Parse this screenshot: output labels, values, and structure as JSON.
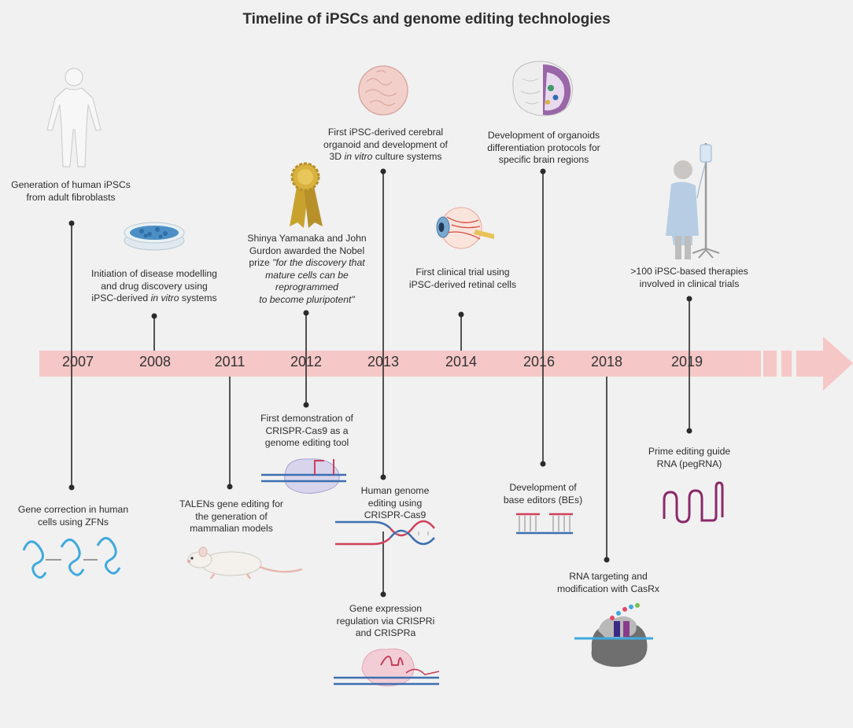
{
  "title": "Timeline of iPSCs and genome editing technologies",
  "colors": {
    "arrow": "#f6c7c7",
    "line": "#2b2b2b",
    "dna_blue": "#3d6fb0",
    "dna_red": "#d0405a",
    "zfn": "#3fa9df"
  },
  "years": [
    "2007",
    "2008",
    "2011",
    "2012",
    "2013",
    "2014",
    "2016",
    "2018",
    "2019"
  ],
  "above": {
    "y2007": [
      "Generation of human iPSCs",
      "from adult fibroblasts"
    ],
    "y2008": {
      "l1": "Initiation of disease modelling",
      "l2": "and drug discovery using",
      "l3_pre": "iPSC-derived ",
      "l3_it": "in vitro",
      "l3_post": " systems"
    },
    "y2012": {
      "l1": "Shinya Yamanaka and John",
      "l2": "Gurdon awarded the Nobel",
      "l3_pre": "prize ",
      "l3_it": "\"for the discovery that",
      "l4": "mature cells can be",
      "l5": "reprogrammed",
      "l6": "to become pluripotent\""
    },
    "y2013": {
      "l1": "First iPSC-derived cerebral",
      "l2": "organoid and development of",
      "l3_pre": "3D ",
      "l3_it": "in vitro",
      "l3_post": " culture systems"
    },
    "y2014": [
      "First clinical trial using",
      "iPSC-derived retinal cells"
    ],
    "y2016": [
      "Development of organoids",
      "differentiation protocols for",
      "specific brain regions"
    ],
    "y2019": [
      ">100 iPSC-based therapies",
      "involved in clinical trials"
    ]
  },
  "below": {
    "y2007": [
      "Gene correction in human",
      "cells using ZFNs"
    ],
    "y2011": [
      "TALENs gene editing for",
      "the generation of",
      "mammalian models"
    ],
    "y2012": [
      "First demonstration of",
      "CRISPR-Cas9 as a",
      "genome editing tool"
    ],
    "y2013a": [
      "Human genome",
      "editing using",
      "CRISPR-Cas9"
    ],
    "y2013b": [
      "Gene expression",
      "regulation via CRISPRi",
      "and CRISPRa"
    ],
    "y2016": [
      "Development of",
      "base editors (BEs)"
    ],
    "y2018": [
      "RNA targeting and",
      "modification with CasRx"
    ],
    "y2019": [
      "Prime editing guide",
      "RNA (pegRNA)"
    ]
  }
}
